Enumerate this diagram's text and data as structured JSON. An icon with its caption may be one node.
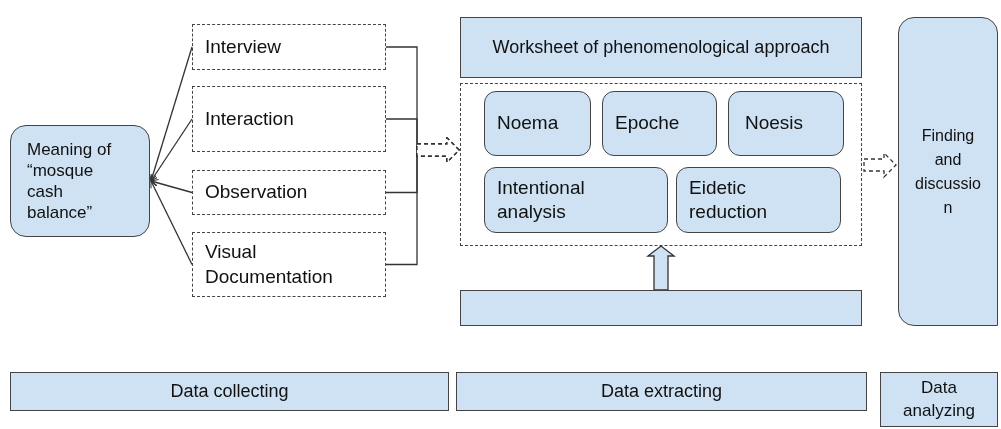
{
  "diagram": {
    "nodes": [
      {
        "text": [
          "Meaning of “mosque cash balance”"
        ]
      },
      {
        "text": [
          "Interview"
        ]
      },
      {
        "text": [
          "Interaction"
        ]
      },
      {
        "text": [
          "Observation"
        ]
      },
      {
        "text": [
          "Visual Documentation"
        ]
      },
      {
        "text": [
          "Worksheet of phenomenological approach"
        ]
      },
      {
        "text": [],
        "shape": "box"
      },
      {
        "text": [
          "Noema"
        ],
        "in": 6
      },
      {
        "text": [
          "Epoche"
        ],
        "in": 6
      },
      {
        "text": [
          "Noesis"
        ],
        "in": 6
      },
      {
        "text": [
          "Intentional analysis"
        ],
        "in": 6
      },
      {
        "text": [
          "Eidetic reduction"
        ],
        "in": 6
      },
      {
        "text": [],
        "shape": "box"
      },
      {
        "text": [
          "Finding and discussion"
        ]
      },
      {
        "text": [
          "Data collecting"
        ]
      },
      {
        "text": [
          "Data extracting"
        ]
      },
      {
        "text": [
          "Data analyzing"
        ]
      }
    ],
    "edges": [
      {
        "from": 1,
        "to": 0,
        "arrow": "to"
      },
      {
        "from": 2,
        "to": 0,
        "arrow": "to"
      },
      {
        "from": 3,
        "to": 0,
        "arrow": "to"
      },
      {
        "from": 4,
        "to": 0,
        "arrow": "to"
      },
      {
        "from": 1,
        "to": 6,
        "arrow": "to"
      },
      {
        "from": 2,
        "to": 6,
        "arrow": "to"
      },
      {
        "from": 3,
        "to": 6,
        "arrow": "to"
      },
      {
        "from": 4,
        "to": 6,
        "arrow": "to"
      },
      {
        "from": 6,
        "to": 13,
        "arrow": "to",
        "style": "dashed"
      },
      {
        "from": 12,
        "to": 6,
        "arrow": "to"
      }
    ]
  }
}
